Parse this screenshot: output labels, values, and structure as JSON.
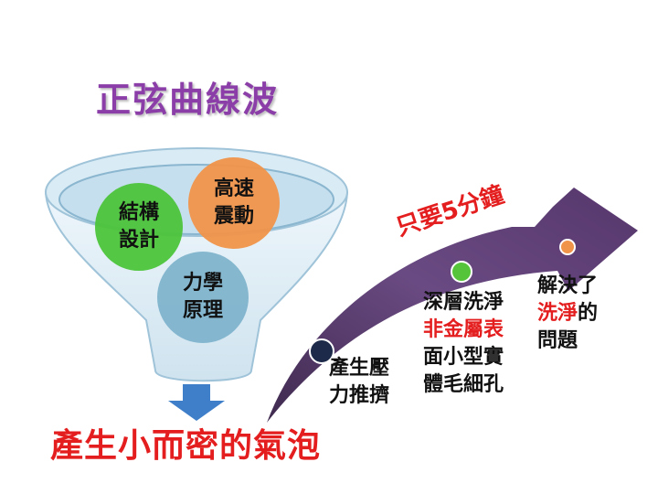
{
  "title": "正弦曲線波",
  "funnel": {
    "circles": [
      {
        "line1": "結構",
        "line2": "設計"
      },
      {
        "line1": "高速",
        "line2": "震動"
      },
      {
        "line1": "力學",
        "line2": "原理"
      }
    ]
  },
  "result_caption": "產生小而密的氣泡",
  "arrow_label": "只要5分鐘",
  "steps": [
    {
      "line1": "產生壓",
      "line2": "力推擠"
    },
    {
      "line1": "深層洗淨",
      "highlight": "非金屬表",
      "line3": "面小型實",
      "line4": "體毛細孔"
    },
    {
      "line1": "解決了",
      "highlight": "洗淨",
      "line2_rest": "的",
      "line3": "問題"
    }
  ],
  "colors": {
    "title": "#8b3ea8",
    "accent_red": "#e41e1e",
    "circle_green": "#4cc43a",
    "circle_orange": "#f0944a",
    "circle_blue": "#80b4cc",
    "arrow_purple": "#5b3f70",
    "down_arrow": "#3f7fc9"
  }
}
